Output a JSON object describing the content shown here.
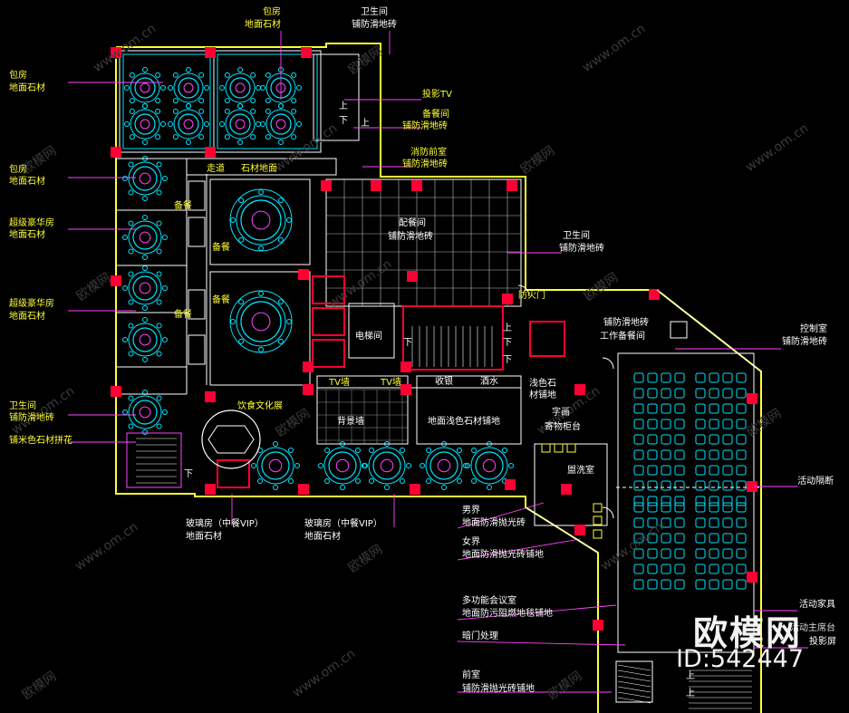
{
  "watermark": {
    "site": "www.om.cn",
    "name": "欧模网"
  },
  "brand": {
    "name": "欧模网",
    "id": "ID:542447"
  },
  "left_labels": [
    {
      "key": "l1a",
      "text": "包房",
      "c": "y"
    },
    {
      "key": "l1b",
      "text": "地面石材",
      "c": "y"
    },
    {
      "key": "l2a",
      "text": "包房",
      "c": "y"
    },
    {
      "key": "l2b",
      "text": "地面石材",
      "c": "y"
    },
    {
      "key": "l3a",
      "text": "超级豪华房",
      "c": "y"
    },
    {
      "key": "l3b",
      "text": "地面石材",
      "c": "y"
    },
    {
      "key": "l4a",
      "text": "超级豪华房",
      "c": "y"
    },
    {
      "key": "l4b",
      "text": "地面石材",
      "c": "y"
    },
    {
      "key": "l5a",
      "text": "卫生间",
      "c": "y"
    },
    {
      "key": "l5b",
      "text": "铺防滑地砖",
      "c": "y"
    },
    {
      "key": "l6",
      "text": "铺米色石材拼花",
      "c": "y"
    }
  ],
  "top_labels": [
    {
      "key": "t1a",
      "text": "包房",
      "c": "y"
    },
    {
      "key": "t1b",
      "text": "地面石材",
      "c": "y"
    },
    {
      "key": "t2a",
      "text": "卫生间",
      "c": "w"
    },
    {
      "key": "t2b",
      "text": "铺防滑地砖",
      "c": "w"
    },
    {
      "key": "t3",
      "text": "投影TV",
      "c": "y"
    },
    {
      "key": "t4a",
      "text": "备餐间",
      "c": "y"
    },
    {
      "key": "t4b",
      "text": "铺防滑地砖",
      "c": "y"
    },
    {
      "key": "t5a",
      "text": "消防前室",
      "c": "y"
    },
    {
      "key": "t5b",
      "text": "铺防滑地砖",
      "c": "y"
    }
  ],
  "right_labels": [
    {
      "key": "r1a",
      "text": "卫生间",
      "c": "w"
    },
    {
      "key": "r1b",
      "text": "铺防滑地砖",
      "c": "w"
    },
    {
      "key": "r2a",
      "text": "控制室",
      "c": "w"
    },
    {
      "key": "r2b",
      "text": "铺防滑地砖",
      "c": "w"
    },
    {
      "key": "r3",
      "text": "活动隔断",
      "c": "w"
    },
    {
      "key": "r4",
      "text": "活动家具",
      "c": "w"
    },
    {
      "key": "r5",
      "text": "活动主席台",
      "c": "w"
    },
    {
      "key": "r6",
      "text": "投影屏",
      "c": "w"
    }
  ],
  "bottom_labels": [
    {
      "key": "b1a",
      "text": "玻璃房（中餐VIP）",
      "c": "w"
    },
    {
      "key": "b1b",
      "text": "地面石材",
      "c": "w"
    },
    {
      "key": "b2a",
      "text": "玻璃房（中餐VIP）",
      "c": "w"
    },
    {
      "key": "b2b",
      "text": "地面石材",
      "c": "w"
    },
    {
      "key": "b3a",
      "text": "男界",
      "c": "w"
    },
    {
      "key": "b3b",
      "text": "地面防滑抛光砖",
      "c": "w"
    },
    {
      "key": "b4a",
      "text": "女界",
      "c": "w"
    },
    {
      "key": "b4b",
      "text": "地面防滑抛光砖铺地",
      "c": "w"
    },
    {
      "key": "b5a",
      "text": "多功能会议室",
      "c": "w"
    },
    {
      "key": "b5b",
      "text": "地面防污阻燃地毯铺地",
      "c": "w"
    },
    {
      "key": "b6",
      "text": "暗门处理",
      "c": "w"
    },
    {
      "key": "b7a",
      "text": "前室",
      "c": "w"
    },
    {
      "key": "b7b",
      "text": "铺防滑抛光砖铺地",
      "c": "w"
    }
  ],
  "inner_labels": [
    {
      "key": "i1",
      "text": "走道",
      "c": "#ffff33"
    },
    {
      "key": "i2",
      "text": "石材地面",
      "c": "#ffff33"
    },
    {
      "key": "i3",
      "text": "配餐间",
      "c": "#ffffff"
    },
    {
      "key": "i4",
      "text": "铺防滑地砖",
      "c": "#ffffff"
    },
    {
      "key": "i5",
      "text": "备餐",
      "c": "#ffff33"
    },
    {
      "key": "i6",
      "text": "备餐",
      "c": "#ffff33"
    },
    {
      "key": "i7",
      "text": "备餐",
      "c": "#ffff33"
    },
    {
      "key": "i8",
      "text": "备餐",
      "c": "#ffff33"
    },
    {
      "key": "i9",
      "text": "防火门",
      "c": "#ffff33"
    },
    {
      "key": "i10",
      "text": "铺防滑地砖",
      "c": "#ffffff"
    },
    {
      "key": "i11",
      "text": "工作备餐间",
      "c": "#ffffff"
    },
    {
      "key": "i12",
      "text": "电梯间",
      "c": "#ffffff"
    },
    {
      "key": "i13",
      "text": "饮食文化展",
      "c": "#ffff33"
    },
    {
      "key": "i14",
      "text": "TV墙",
      "c": "#ffff33"
    },
    {
      "key": "i15",
      "text": "TV墙",
      "c": "#ffff33"
    },
    {
      "key": "i16",
      "text": "收银",
      "c": "#ffffff"
    },
    {
      "key": "i17",
      "text": "酒水",
      "c": "#ffffff"
    },
    {
      "key": "i18",
      "text": "浅色石",
      "c": "#ffffff"
    },
    {
      "key": "i19",
      "text": "材铺地",
      "c": "#ffffff"
    },
    {
      "key": "i20",
      "text": "背景墙",
      "c": "#ffffff"
    },
    {
      "key": "i21",
      "text": "地面浅色石材铺地",
      "c": "#ffffff"
    },
    {
      "key": "i22",
      "text": "字画",
      "c": "#ffffff"
    },
    {
      "key": "i23",
      "text": "寄物柜台",
      "c": "#ffffff"
    },
    {
      "key": "i24",
      "text": "盥洗室",
      "c": "#ffffff"
    },
    {
      "key": "i25",
      "text": "上",
      "c": "#ffffff"
    },
    {
      "key": "i26",
      "text": "下",
      "c": "#ffffff"
    },
    {
      "key": "i27",
      "text": "上",
      "c": "#ffffff"
    },
    {
      "key": "i28",
      "text": "下",
      "c": "#ffffff"
    },
    {
      "key": "i29",
      "text": "下",
      "c": "#ffffff"
    },
    {
      "key": "i30",
      "text": "下",
      "c": "#ffffff"
    },
    {
      "key": "i31",
      "text": "上",
      "c": "#ffffff"
    },
    {
      "key": "i32",
      "text": "下",
      "c": "#ffffff"
    },
    {
      "key": "i33",
      "text": "上",
      "c": "#ffffff"
    },
    {
      "key": "i34",
      "text": "上",
      "c": "#ffffff"
    }
  ]
}
